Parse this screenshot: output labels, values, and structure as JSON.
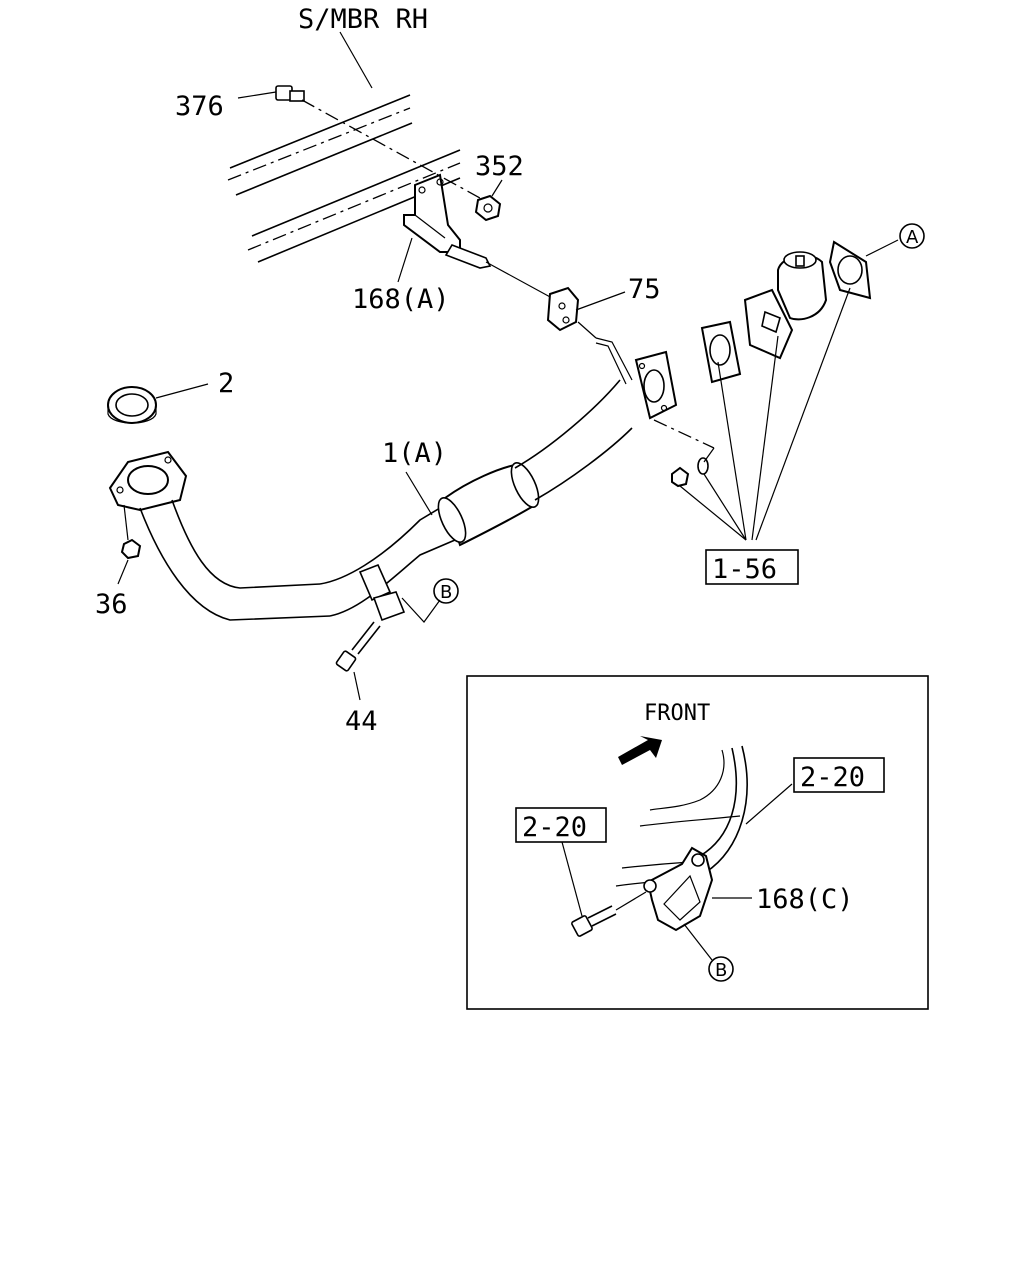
{
  "labels": {
    "frame_member": "S/MBR RH",
    "p376": "376",
    "p352": "352",
    "p168a": "168(A)",
    "p75": "75",
    "p2": "2",
    "p1a": "1(A)",
    "p36": "36",
    "p44": "44",
    "ref_a": "A",
    "ref_b": "B",
    "ref_1_56": "1-56",
    "inset_front": "FRONT",
    "inset_ref_top": "2-20",
    "inset_ref_left": "2-20",
    "inset_p168c": "168(C)",
    "inset_ref_b": "B"
  }
}
